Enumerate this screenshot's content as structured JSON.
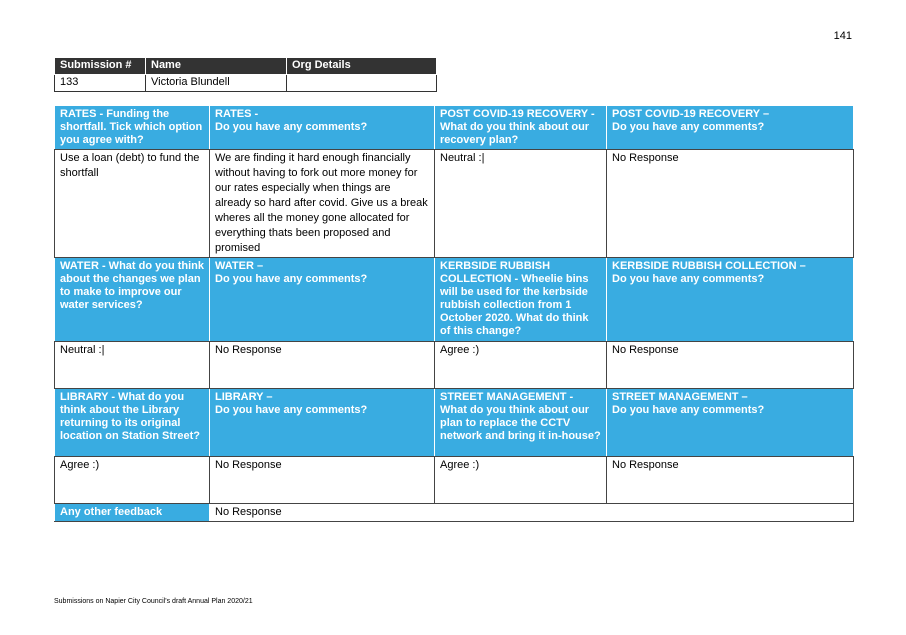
{
  "page_number": "141",
  "footer": "Submissions on Napier City Council's draft Annual Plan 2020/21",
  "submission": {
    "headers": [
      "Submission #",
      "Name",
      "Org Details"
    ],
    "values": [
      "133",
      "Victoria Blundell",
      ""
    ]
  },
  "rows": [
    {
      "questions": [
        {
          "topic": "RATES",
          "rest": " - Funding the shortfall. Tick which option you agree with?"
        },
        {
          "topic": "RATES -",
          "rest": "Do you have any comments?"
        },
        {
          "topic": "POST COVID-19 RECOVERY",
          "rest": " - What do you think about our recovery plan?"
        },
        {
          "topic": "POST COVID-19 RECOVERY –",
          "rest": "Do you have any comments?"
        }
      ],
      "answers": [
        "Use a loan (debt) to fund the shortfall",
        "We are finding it hard enough financially without having to fork out more money for our rates especially when things are already so hard after covid. Give us a break wheres all the money gone allocated for everything thats been proposed and promised",
        "Neutral :|",
        "No Response"
      ]
    },
    {
      "questions": [
        {
          "topic": "WATER",
          "rest": " - What do you think about the changes we plan to make to improve our water services?"
        },
        {
          "topic": "WATER –",
          "rest": "Do you have any comments?"
        },
        {
          "topic": "KERBSIDE RUBBISH COLLECTION",
          "rest": " - Wheelie bins will be used for the kerbside rubbish collection from 1 October 2020. What do think of this change?"
        },
        {
          "topic": "KERBSIDE RUBBISH COLLECTION –",
          "rest": "Do you have any comments?"
        }
      ],
      "answers": [
        "Neutral :|",
        "No Response",
        "Agree :)",
        "No Response"
      ]
    },
    {
      "questions": [
        {
          "topic": "LIBRARY",
          "rest": " - What do you think about the Library returning to its original location on Station Street?"
        },
        {
          "topic": "LIBRARY –",
          "rest": "Do you have any comments?"
        },
        {
          "topic": "STREET MANAGEMENT",
          "rest": " - What do you think about our plan to replace the CCTV network and bring it in-house?"
        },
        {
          "topic": "STREET MANAGEMENT –",
          "rest": "Do you have any comments?"
        }
      ],
      "answers": [
        "Agree :)",
        "No Response",
        "Agree :)",
        "No Response"
      ]
    }
  ],
  "other_feedback": {
    "label": "Any other feedback",
    "value": "No Response"
  }
}
